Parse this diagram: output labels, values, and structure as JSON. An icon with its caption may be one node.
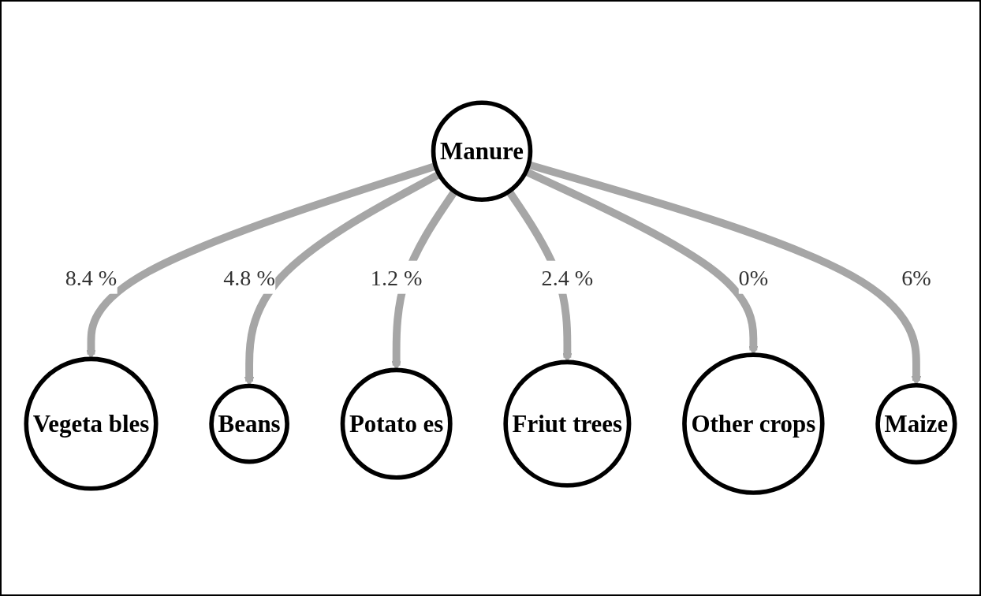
{
  "diagram": {
    "nodes": [
      {
        "text": [
          "Vegeta bles"
        ]
      },
      {
        "text": [
          "Beans"
        ]
      },
      {
        "text": [
          "Potato es"
        ]
      },
      {
        "text": [
          "Manure"
        ]
      },
      {
        "text": [
          "Friut trees"
        ]
      },
      {
        "text": [
          "Other crops"
        ]
      },
      {
        "text": [
          "Maize"
        ]
      }
    ],
    "edges": [
      {
        "from": 3,
        "to": 0,
        "arrow": "to",
        "label": "8.4 %"
      },
      {
        "from": 3,
        "to": 1,
        "arrow": "to",
        "label": "4.8 %"
      },
      {
        "from": 3,
        "to": 2,
        "arrow": "to",
        "label": "1.2 %"
      },
      {
        "from": 3,
        "to": 4,
        "arrow": "to",
        "label": "2.4 %"
      },
      {
        "from": 3,
        "to": 5,
        "arrow": "to",
        "label": "0%"
      },
      {
        "from": 3,
        "to": 6,
        "arrow": "to",
        "label": "6%"
      }
    ]
  }
}
